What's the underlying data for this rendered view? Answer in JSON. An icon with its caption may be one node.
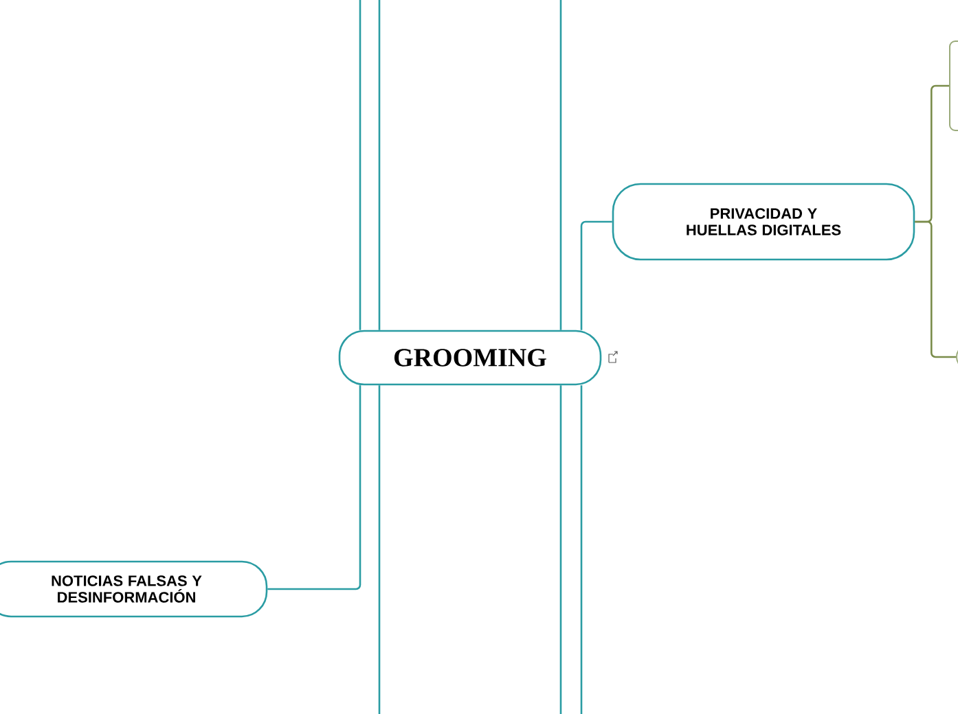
{
  "diagram": {
    "nodes": [
      {
        "text": [
          "GROOMING"
        ]
      },
      {
        "text": [
          "PRIVACIDAD Y HUELLAS DIGITALES"
        ]
      },
      {
        "text": [
          "NOTICIAS FALSAS Y DESINFORMACIÓN"
        ]
      },
      {
        "text": [],
        "shape": "box"
      },
      {
        "text": [],
        "shape": "circle"
      }
    ],
    "edges": [
      {
        "from": 0,
        "to": 1,
        "arrow": "none"
      },
      {
        "from": 0,
        "to": 2,
        "arrow": "none"
      },
      {
        "from": 1,
        "to": 3,
        "arrow": "none",
        "color": "#7a8c4a"
      },
      {
        "from": 1,
        "to": 4,
        "arrow": "none",
        "color": "#7a8c4a"
      },
      {
        "from": 0,
        "to": null,
        "arrow": "none"
      },
      {
        "from": 0,
        "to": null,
        "arrow": "none"
      },
      {
        "from": 0,
        "to": null,
        "arrow": "none"
      },
      {
        "from": 0,
        "to": null,
        "arrow": "none"
      },
      {
        "from": 0,
        "to": null,
        "arrow": "none"
      },
      {
        "from": 0,
        "to": null,
        "arrow": "none"
      }
    ]
  }
}
